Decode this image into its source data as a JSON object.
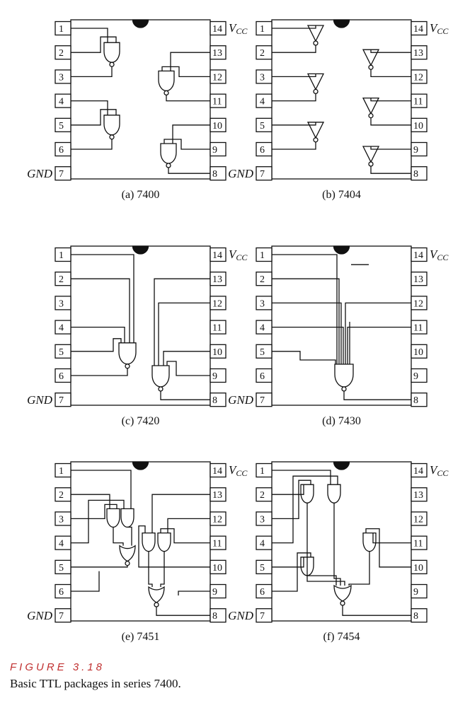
{
  "labels": {
    "vcc": "V",
    "vcc_sub": "CC",
    "gnd": "GND"
  },
  "pins": [
    "1",
    "2",
    "3",
    "4",
    "5",
    "6",
    "7",
    "8",
    "9",
    "10",
    "11",
    "12",
    "13",
    "14"
  ],
  "packages": [
    {
      "id": "7400",
      "caption": "(a) 7400"
    },
    {
      "id": "7404",
      "caption": "(b) 7404"
    },
    {
      "id": "7420",
      "caption": "(c) 7420"
    },
    {
      "id": "7430",
      "caption": "(d) 7430"
    },
    {
      "id": "7451",
      "caption": "(e) 7451"
    },
    {
      "id": "7454",
      "caption": "(f) 7454"
    }
  ],
  "figure": {
    "number": "FIGURE 3.18",
    "caption": "Basic TTL packages in series 7400."
  }
}
